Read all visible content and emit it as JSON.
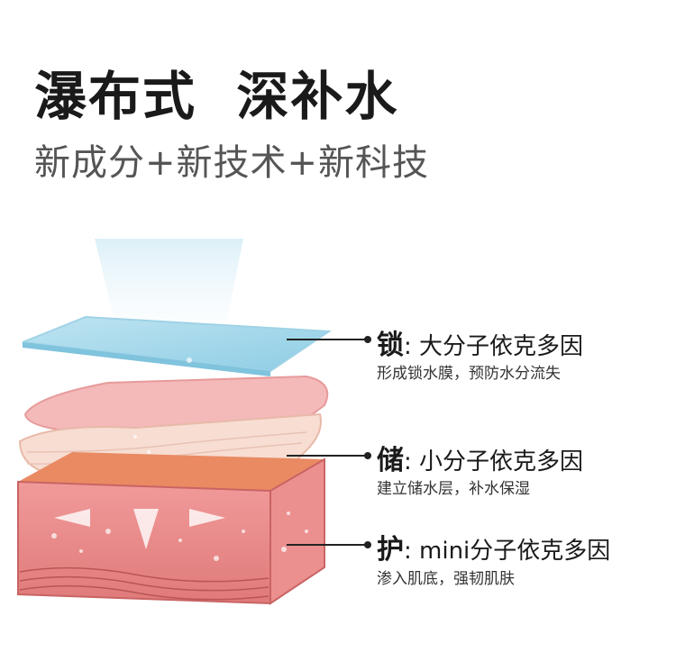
{
  "header": {
    "title": "瀑布式  深补水",
    "subtitle": "新成分+新技术+新科技"
  },
  "callouts": [
    {
      "key": "锁",
      "colon": ":",
      "title": "大分子依克多因",
      "desc": "形成锁水膜，预防水分流失"
    },
    {
      "key": "储",
      "colon": ":",
      "title": "小分子依克多因",
      "desc": "建立储水层，补水保湿"
    },
    {
      "key": "护",
      "colon": ":",
      "title": "mini分子依克多因",
      "desc": "渗入肌底，强韧肌肤"
    }
  ],
  "colors": {
    "water_film": "#a9d9ec",
    "epidermis": "#f2b6b6",
    "dermis": "#e88c8c",
    "accent_orange": "#e98a62"
  }
}
